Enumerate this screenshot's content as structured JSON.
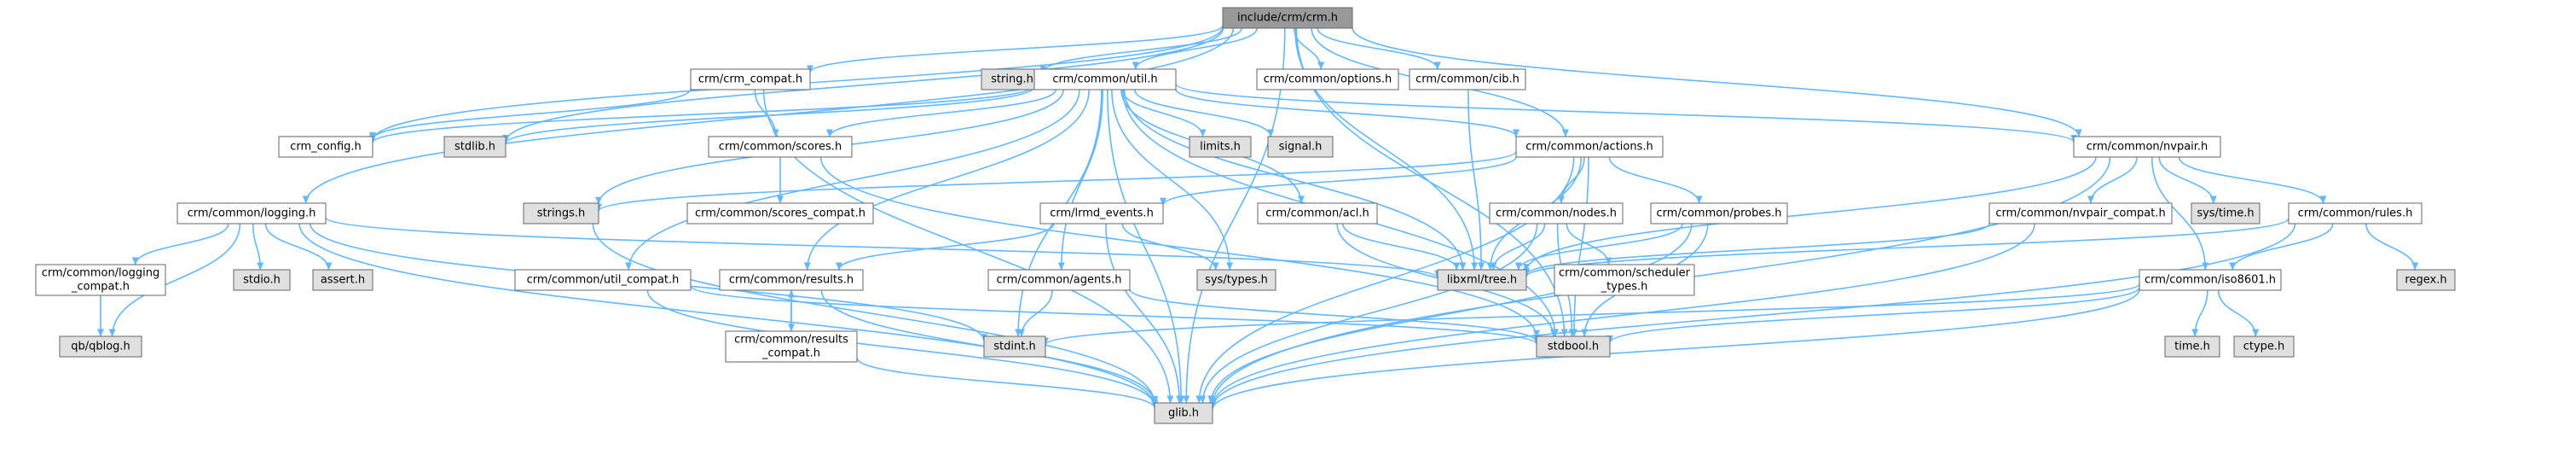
{
  "colors": {
    "root_fill": "#999999",
    "local_fill": "#ffffff",
    "system_fill": "#e0e0e0",
    "border": "#666666",
    "edge": "#63b8ff"
  },
  "nodes": [
    {
      "id": "root",
      "label": "include/crm/crm.h",
      "kind": "root"
    },
    {
      "id": "crm_compat",
      "label": "crm/crm_compat.h",
      "kind": "local"
    },
    {
      "id": "string_h",
      "label": "string.h",
      "kind": "system"
    },
    {
      "id": "util",
      "label": "crm/common/util.h",
      "kind": "local"
    },
    {
      "id": "options",
      "label": "crm/common/options.h",
      "kind": "local"
    },
    {
      "id": "cib",
      "label": "crm/common/cib.h",
      "kind": "local"
    },
    {
      "id": "crm_config",
      "label": "crm_config.h",
      "kind": "local"
    },
    {
      "id": "stdlib_h",
      "label": "stdlib.h",
      "kind": "system"
    },
    {
      "id": "scores",
      "label": "crm/common/scores.h",
      "kind": "local"
    },
    {
      "id": "limits_h",
      "label": "limits.h",
      "kind": "system"
    },
    {
      "id": "signal_h",
      "label": "signal.h",
      "kind": "system"
    },
    {
      "id": "actions",
      "label": "crm/common/actions.h",
      "kind": "local"
    },
    {
      "id": "nvpair",
      "label": "crm/common/nvpair.h",
      "kind": "local"
    },
    {
      "id": "logging",
      "label": "crm/common/logging.h",
      "kind": "local"
    },
    {
      "id": "strings_h",
      "label": "strings.h",
      "kind": "system"
    },
    {
      "id": "scores_compat",
      "label": "crm/common/scores_compat.h",
      "kind": "local"
    },
    {
      "id": "lrmd_events",
      "label": "crm/lrmd_events.h",
      "kind": "local"
    },
    {
      "id": "acl",
      "label": "crm/common/acl.h",
      "kind": "local"
    },
    {
      "id": "nodes",
      "label": "crm/common/nodes.h",
      "kind": "local"
    },
    {
      "id": "probes",
      "label": "crm/common/probes.h",
      "kind": "local"
    },
    {
      "id": "nvpair_compat",
      "label": "crm/common/nvpair_compat.h",
      "kind": "local"
    },
    {
      "id": "sys_time_h",
      "label": "sys/time.h",
      "kind": "system"
    },
    {
      "id": "rules",
      "label": "crm/common/rules.h",
      "kind": "local"
    },
    {
      "id": "logging_compat",
      "label": [
        "crm/common/logging",
        "_compat.h"
      ],
      "kind": "local"
    },
    {
      "id": "stdio_h",
      "label": "stdio.h",
      "kind": "system"
    },
    {
      "id": "assert_h",
      "label": "assert.h",
      "kind": "system"
    },
    {
      "id": "util_compat",
      "label": "crm/common/util_compat.h",
      "kind": "local"
    },
    {
      "id": "results",
      "label": "crm/common/results.h",
      "kind": "local"
    },
    {
      "id": "agents",
      "label": "crm/common/agents.h",
      "kind": "local"
    },
    {
      "id": "sys_types_h",
      "label": "sys/types.h",
      "kind": "system"
    },
    {
      "id": "libxml_tree_h",
      "label": "libxml/tree.h",
      "kind": "system"
    },
    {
      "id": "scheduler_types",
      "label": [
        "crm/common/scheduler",
        "_types.h"
      ],
      "kind": "local"
    },
    {
      "id": "iso8601",
      "label": "crm/common/iso8601.h",
      "kind": "local"
    },
    {
      "id": "regex_h",
      "label": "regex.h",
      "kind": "system"
    },
    {
      "id": "qblog_h",
      "label": "qb/qblog.h",
      "kind": "system"
    },
    {
      "id": "results_compat",
      "label": [
        "crm/common/results",
        "_compat.h"
      ],
      "kind": "local"
    },
    {
      "id": "stdint_h",
      "label": "stdint.h",
      "kind": "system"
    },
    {
      "id": "stdbool_h",
      "label": "stdbool.h",
      "kind": "system"
    },
    {
      "id": "time_h",
      "label": "time.h",
      "kind": "system"
    },
    {
      "id": "ctype_h",
      "label": "ctype.h",
      "kind": "system"
    },
    {
      "id": "glib_h",
      "label": "glib.h",
      "kind": "system"
    }
  ],
  "edges": [
    [
      "root",
      "crm_compat"
    ],
    [
      "root",
      "string_h"
    ],
    [
      "root",
      "util"
    ],
    [
      "root",
      "options"
    ],
    [
      "root",
      "cib"
    ],
    [
      "root",
      "crm_config"
    ],
    [
      "root",
      "stdlib_h"
    ],
    [
      "root",
      "actions"
    ],
    [
      "root",
      "nvpair"
    ],
    [
      "root",
      "logging"
    ],
    [
      "root",
      "libxml_tree_h"
    ],
    [
      "root",
      "stdbool_h"
    ],
    [
      "root",
      "glib_h"
    ],
    [
      "crm_compat",
      "crm_config"
    ],
    [
      "crm_compat",
      "scores"
    ],
    [
      "crm_compat",
      "glib_h"
    ],
    [
      "util",
      "crm_config"
    ],
    [
      "util",
      "stdlib_h"
    ],
    [
      "util",
      "scores"
    ],
    [
      "util",
      "limits_h"
    ],
    [
      "util",
      "signal_h"
    ],
    [
      "util",
      "actions"
    ],
    [
      "util",
      "nvpair"
    ],
    [
      "util",
      "strings_h"
    ],
    [
      "util",
      "util_compat"
    ],
    [
      "util",
      "results"
    ],
    [
      "util",
      "agents"
    ],
    [
      "util",
      "sys_types_h"
    ],
    [
      "util",
      "acl"
    ],
    [
      "util",
      "stdint_h"
    ],
    [
      "util",
      "stdbool_h"
    ],
    [
      "util",
      "glib_h"
    ],
    [
      "util",
      "libxml_tree_h"
    ],
    [
      "cib",
      "libxml_tree_h"
    ],
    [
      "scores",
      "scores_compat"
    ],
    [
      "scores",
      "stdbool_h"
    ],
    [
      "actions",
      "strings_h"
    ],
    [
      "actions",
      "lrmd_events"
    ],
    [
      "actions",
      "nodes"
    ],
    [
      "actions",
      "probes"
    ],
    [
      "actions",
      "libxml_tree_h"
    ],
    [
      "actions",
      "stdbool_h"
    ],
    [
      "actions",
      "glib_h"
    ],
    [
      "nvpair",
      "sys_time_h"
    ],
    [
      "nvpair",
      "nvpair_compat"
    ],
    [
      "nvpair",
      "rules"
    ],
    [
      "nvpair",
      "iso8601"
    ],
    [
      "nvpair",
      "libxml_tree_h"
    ],
    [
      "nvpair",
      "glib_h"
    ],
    [
      "logging",
      "logging_compat"
    ],
    [
      "logging",
      "stdio_h"
    ],
    [
      "logging",
      "assert_h"
    ],
    [
      "logging",
      "qblog_h"
    ],
    [
      "logging",
      "stdint_h"
    ],
    [
      "logging",
      "libxml_tree_h"
    ],
    [
      "logging",
      "glib_h"
    ],
    [
      "logging_compat",
      "qblog_h"
    ],
    [
      "strings_h",
      "glib_h"
    ],
    [
      "lrmd_events",
      "results"
    ],
    [
      "lrmd_events",
      "sys_types_h"
    ],
    [
      "lrmd_events",
      "glib_h"
    ],
    [
      "acl",
      "libxml_tree_h"
    ],
    [
      "acl",
      "stdbool_h"
    ],
    [
      "nodes",
      "scheduler_types"
    ],
    [
      "nodes",
      "libxml_tree_h"
    ],
    [
      "nodes",
      "stdbool_h"
    ],
    [
      "nodes",
      "glib_h"
    ],
    [
      "probes",
      "libxml_tree_h"
    ],
    [
      "probes",
      "stdbool_h"
    ],
    [
      "probes",
      "glib_h"
    ],
    [
      "nvpair_compat",
      "libxml_tree_h"
    ],
    [
      "nvpair_compat",
      "glib_h"
    ],
    [
      "rules",
      "iso8601"
    ],
    [
      "rules",
      "regex_h"
    ],
    [
      "rules",
      "libxml_tree_h"
    ],
    [
      "rules",
      "glib_h"
    ],
    [
      "util_compat",
      "stdbool_h"
    ],
    [
      "util_compat",
      "glib_h"
    ],
    [
      "results",
      "results_compat"
    ],
    [
      "results",
      "glib_h"
    ],
    [
      "results_compat",
      "results"
    ],
    [
      "results_compat",
      "glib_h"
    ],
    [
      "agents",
      "stdint_h"
    ],
    [
      "agents",
      "stdbool_h"
    ],
    [
      "iso8601",
      "time_h"
    ],
    [
      "iso8601",
      "ctype_h"
    ],
    [
      "iso8601",
      "stdint_h"
    ],
    [
      "iso8601",
      "stdbool_h"
    ],
    [
      "iso8601",
      "glib_h"
    ]
  ]
}
